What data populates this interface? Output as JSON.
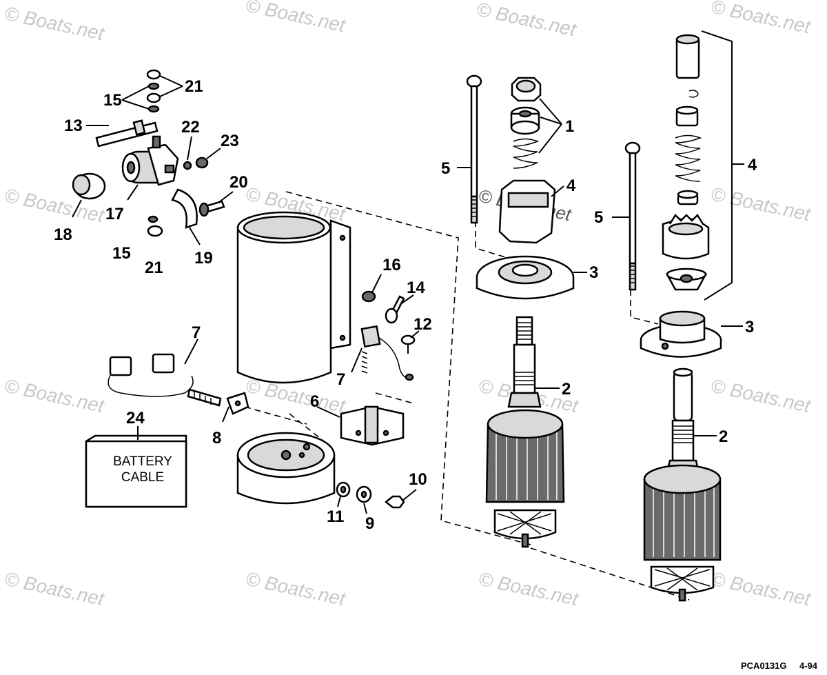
{
  "watermark": "© Boats.net",
  "reference": {
    "code": "PCA0131G",
    "date": "4-94"
  },
  "battery_cable": {
    "line1": "BATTERY",
    "line2": "CABLE"
  },
  "callouts": {
    "c1": "1",
    "c2a": "2",
    "c2b": "2",
    "c3a": "3",
    "c3b": "3",
    "c4a": "4",
    "c4b": "4",
    "c5a": "5",
    "c5b": "5",
    "c6": "6",
    "c7a": "7",
    "c7b": "7",
    "c8": "8",
    "c9": "9",
    "c10": "10",
    "c11": "11",
    "c12": "12",
    "c13": "13",
    "c14": "14",
    "c15a": "15",
    "c15b": "15",
    "c16": "16",
    "c17": "17",
    "c18": "18",
    "c19": "19",
    "c20": "20",
    "c21a": "21",
    "c21b": "21",
    "c22": "22",
    "c23": "23",
    "c24": "24"
  }
}
